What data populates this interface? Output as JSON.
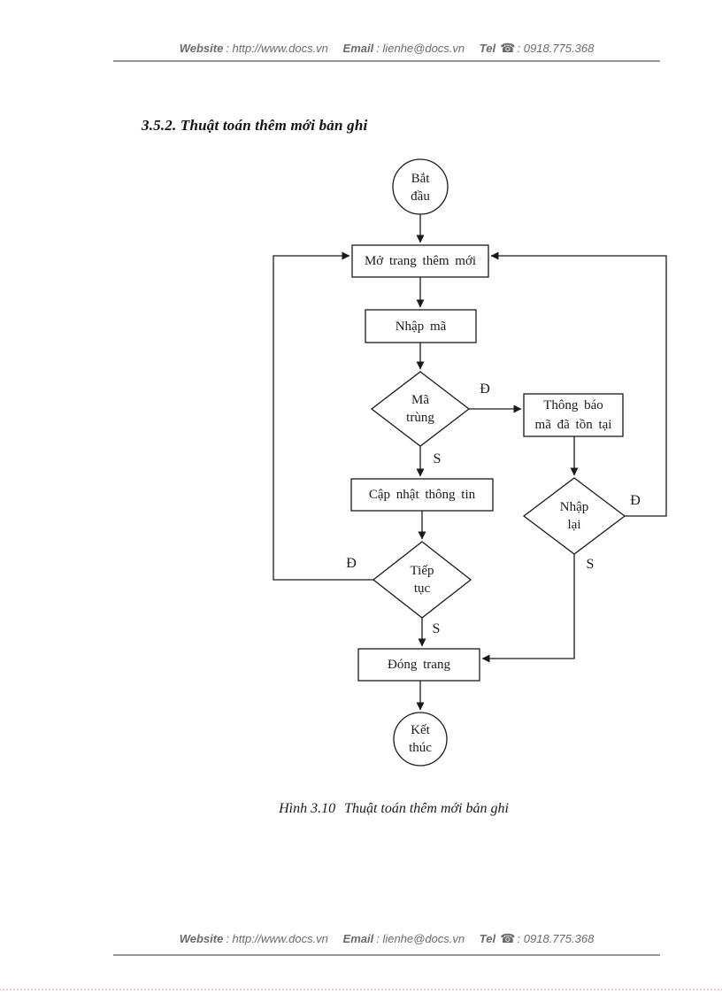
{
  "contact": {
    "website_label": "Website",
    "website_value": ": http://www.docs.vn",
    "email_label": "Email",
    "email_value": ": lienhe@docs.vn",
    "tel_label": "Tel",
    "phone_icon": "☎",
    "tel_value": ": 0918.775.368"
  },
  "section": {
    "heading": "3.5.2. Thuật toán thêm mới bản ghi"
  },
  "figure": {
    "caption_number": "Hình 3.10",
    "caption_text": "Thuật toán thêm mới bản ghi"
  },
  "flowchart": {
    "nodes": {
      "start": {
        "line1": "Bắt",
        "line2": "đầu"
      },
      "open_page": {
        "line1": "Mở trang thêm mới"
      },
      "enter_code": {
        "line1": "Nhập mã"
      },
      "duplicate_code": {
        "line1": "Mã",
        "line2": "trùng"
      },
      "notify_exists": {
        "line1": "Thông báo",
        "line2": "mã đã tồn tại"
      },
      "retry": {
        "line1": "Nhập",
        "line2": "lại"
      },
      "update_info": {
        "line1": "Cập nhật thông tin"
      },
      "continue": {
        "line1": "Tiếp",
        "line2": "tục"
      },
      "close_page": {
        "line1": "Đóng trang"
      },
      "end": {
        "line1": "Kết",
        "line2": "thúc"
      }
    },
    "edge_labels": {
      "duplicate_yes": "Đ",
      "duplicate_no": "S",
      "retry_yes": "Đ",
      "retry_no": "S",
      "continue_yes": "Đ",
      "continue_no": "S"
    }
  },
  "colors": {
    "line": "#1a1a1a",
    "header_text": "#6a6a6a",
    "header_rule": "#979797",
    "bottom_dotted_rule": "#f0c6dd",
    "background": "#ffffff"
  }
}
